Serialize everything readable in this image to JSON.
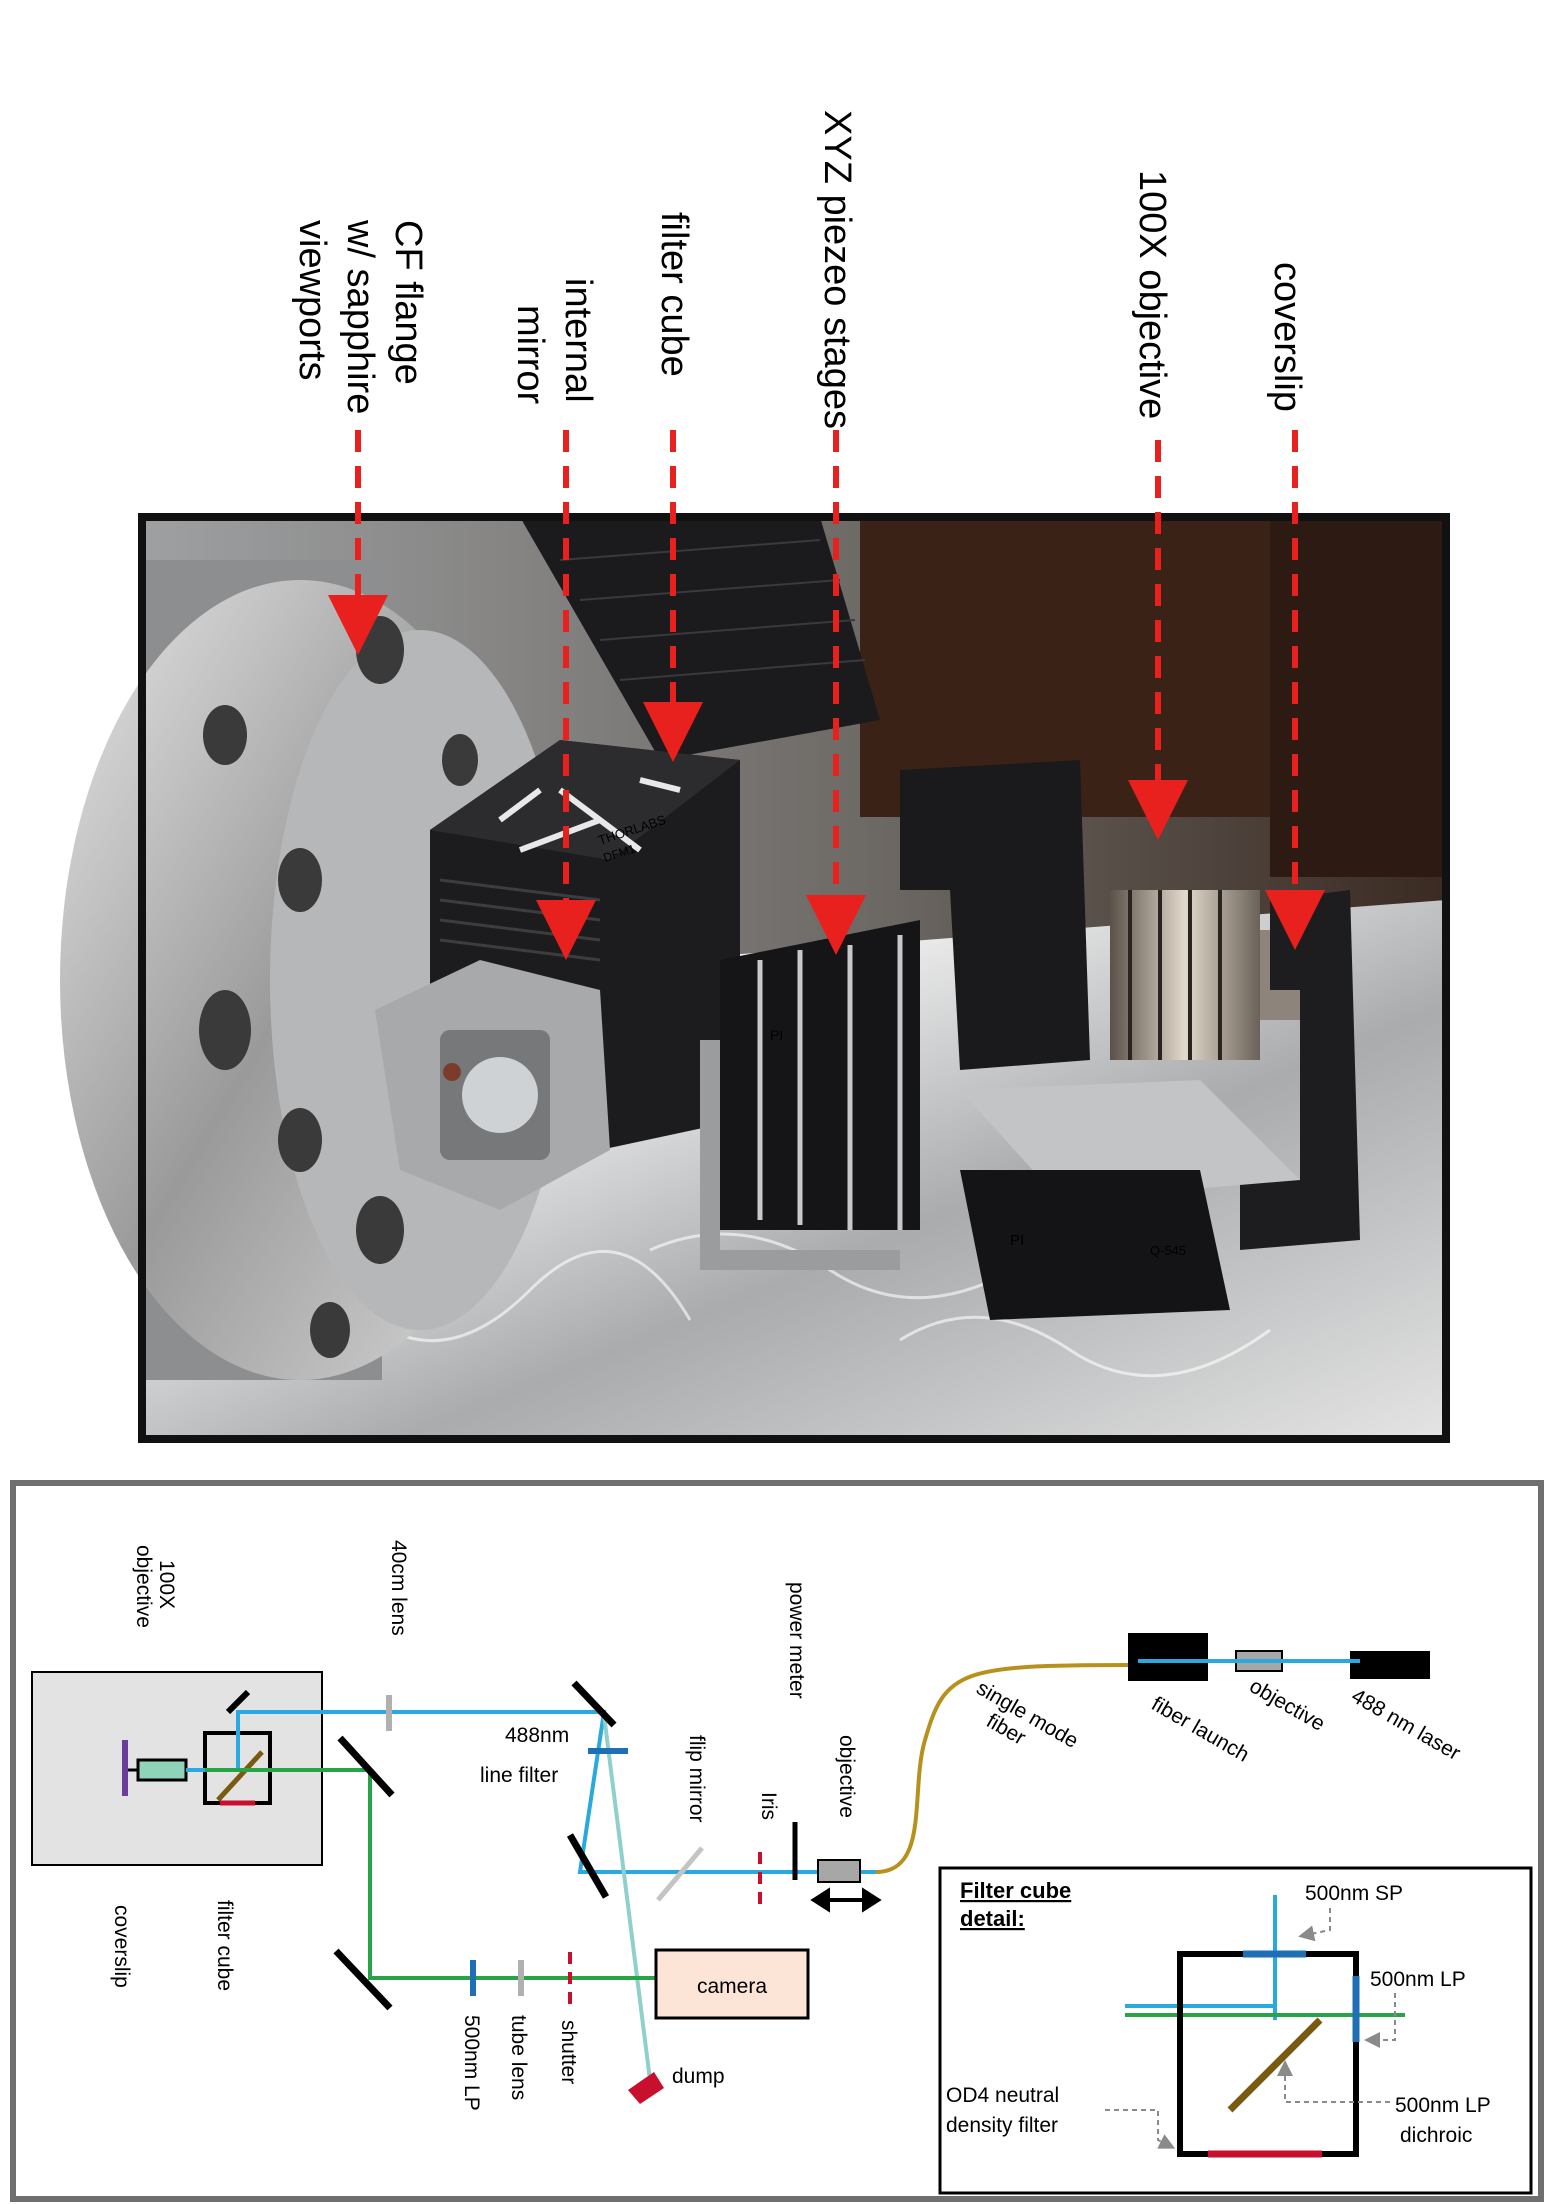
{
  "photo": {
    "labels": [
      {
        "id": "cf-flange",
        "lines": [
          "CF flange",
          "w/ sapphire",
          "viewports"
        ]
      },
      {
        "id": "internal-mirror",
        "lines": [
          "internal",
          "mirror"
        ]
      },
      {
        "id": "filter-cube",
        "lines": [
          "filter cube"
        ]
      },
      {
        "id": "xyz-stages",
        "lines": [
          "XYZ piezeo stages"
        ]
      },
      {
        "id": "objective-100x",
        "lines": [
          "100X objective"
        ]
      },
      {
        "id": "coverslip",
        "lines": [
          "coverslip"
        ]
      }
    ],
    "engravings": {
      "thorlabs": "THORLABS",
      "dfm": "DFM1",
      "pi": "PI",
      "q545": "Q-545"
    },
    "arrow_color": "#e8211e"
  },
  "schematic": {
    "labels": {
      "objective_100x_1": "100X",
      "objective_100x_2": "objective",
      "lens_40cm": "40cm lens",
      "power_meter": "power meter",
      "iris": "Iris",
      "objective": "objective",
      "flip_mirror": "flip mirror",
      "line_filter_1": "488nm",
      "line_filter_2": "line filter",
      "coverslip": "coverslip",
      "filter_cube": "filter cube",
      "camera": "camera",
      "lp_500": "500nm LP",
      "tube_lens": "tube lens",
      "shutter": "shutter",
      "dump": "dump",
      "single_mode_1": "single mode",
      "single_mode_2": "fiber",
      "fiber_launch": "fiber launch",
      "launch_objective": "objective",
      "laser": "488 nm laser"
    },
    "colors": {
      "excitation": "#2aa9e0",
      "emission": "#27a546",
      "fiber": "#b8901c",
      "dump_beam": "#8fd0cc",
      "filter_blue": "#1e6fb5",
      "nd_red": "#c8102e",
      "camera_fill": "#fce4d6",
      "chamber_fill": "#e3e3e3",
      "coverslip_purple": "#6a3d9a",
      "dichroic_brown": "#7a5a10"
    }
  },
  "detail": {
    "title_1": "Filter cube",
    "title_2": "detail:",
    "sp_500": "500nm SP",
    "lp_500": "500nm LP",
    "od4_1": "OD4 neutral",
    "od4_2": "density filter",
    "dichroic_1": "500nm LP",
    "dichroic_2": "dichroic"
  }
}
